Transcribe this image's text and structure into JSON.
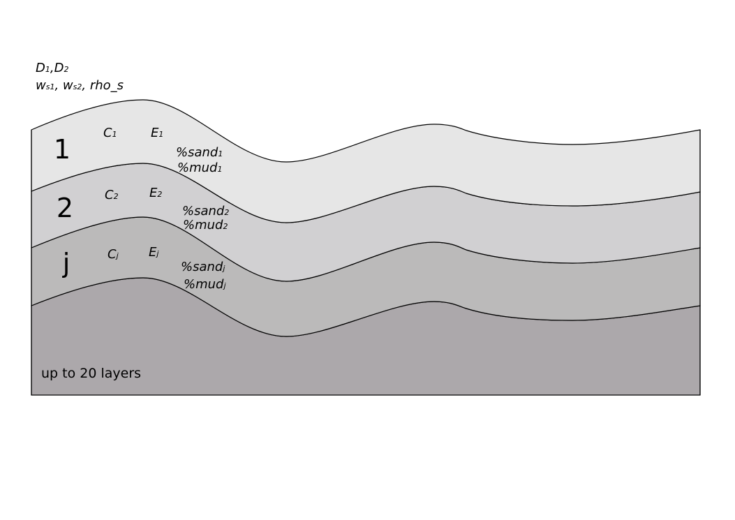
{
  "params": {
    "D_1": "D",
    "D_1_sub": "1",
    "D_comma": ",",
    "D_2": "D",
    "D_2_sub": "2",
    "ws1": "w",
    "ws1_sub": "s1",
    "ws_comma": ", ",
    "ws2": "w",
    "ws2_sub": "s2",
    "rho": ", rho_s"
  },
  "layers": [
    {
      "number": "1",
      "C": "C",
      "C_sub": "1",
      "E": "E",
      "E_sub": "1",
      "sand": "%sand",
      "sand_sub": "1",
      "mud": "%mud",
      "mud_sub": "1",
      "fill": "#e6e6e6"
    },
    {
      "number": "2",
      "C": "C",
      "C_sub": "2",
      "E": "E",
      "E_sub": "2",
      "sand": "%sand",
      "sand_sub": "2",
      "mud": "%mud",
      "mud_sub": "2",
      "fill": "#d1d0d2"
    },
    {
      "number": "j",
      "C": "C",
      "C_sub": "j",
      "E": "E",
      "E_sub": "j",
      "sand": "%sand",
      "sand_sub": "j",
      "mud": "%mud",
      "mud_sub": "j",
      "fill": "#bbbaba"
    }
  ],
  "base": {
    "fill": "#aca8ab",
    "label": "up to 20 layers"
  }
}
